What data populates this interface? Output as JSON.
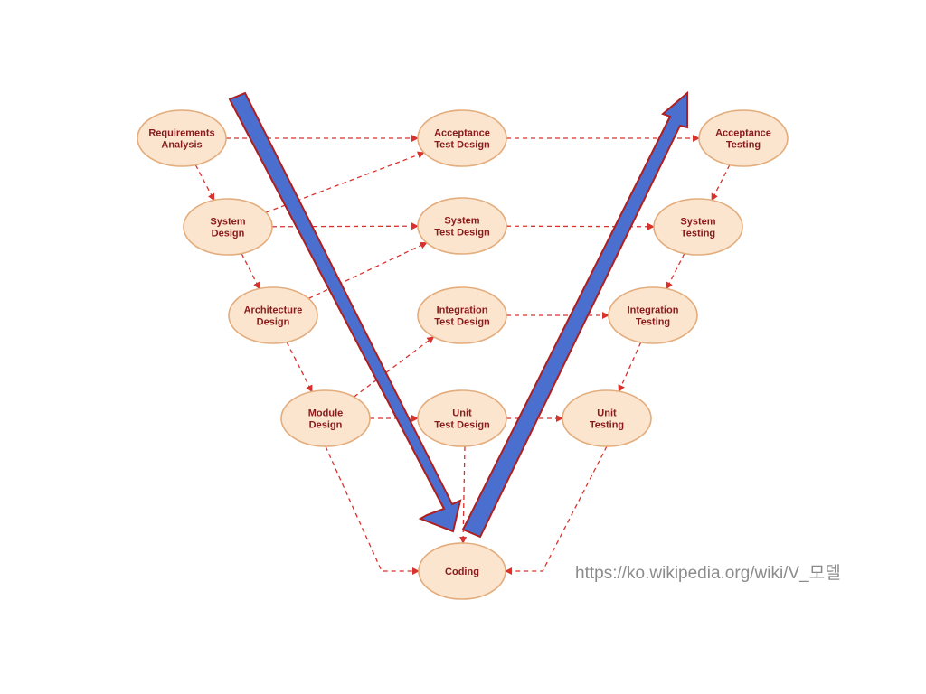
{
  "diagram": {
    "nodes": [
      {
        "id": "req",
        "lines": [
          "Requirements",
          "Analysis"
        ]
      },
      {
        "id": "atd",
        "lines": [
          "Acceptance",
          "Test Design"
        ]
      },
      {
        "id": "at",
        "lines": [
          "Acceptance",
          "Testing"
        ]
      },
      {
        "id": "sd",
        "lines": [
          "System",
          "Design"
        ]
      },
      {
        "id": "std",
        "lines": [
          "System",
          "Test Design"
        ]
      },
      {
        "id": "st",
        "lines": [
          "System",
          "Testing"
        ]
      },
      {
        "id": "ad",
        "lines": [
          "Architecture",
          "Design"
        ]
      },
      {
        "id": "itd",
        "lines": [
          "Integration",
          "Test Design"
        ]
      },
      {
        "id": "it",
        "lines": [
          "Integration",
          "Testing"
        ]
      },
      {
        "id": "md",
        "lines": [
          "Module",
          "Design"
        ]
      },
      {
        "id": "utd",
        "lines": [
          "Unit",
          "Test Design"
        ]
      },
      {
        "id": "ut",
        "lines": [
          "Unit",
          "Testing"
        ]
      },
      {
        "id": "cod",
        "lines": [
          "Coding"
        ]
      }
    ],
    "edges": [
      {
        "from": "req",
        "to": "atd"
      },
      {
        "from": "atd",
        "to": "at"
      },
      {
        "from": "req",
        "to": "sd"
      },
      {
        "from": "sd",
        "to": "atd"
      },
      {
        "from": "sd",
        "to": "std"
      },
      {
        "from": "std",
        "to": "st"
      },
      {
        "from": "sd",
        "to": "ad"
      },
      {
        "from": "ad",
        "to": "std"
      },
      {
        "from": "itd",
        "to": "it"
      },
      {
        "from": "ad",
        "to": "md"
      },
      {
        "from": "md",
        "to": "itd"
      },
      {
        "from": "md",
        "to": "utd"
      },
      {
        "from": "utd",
        "to": "ut"
      },
      {
        "from": "md",
        "to": "cod"
      },
      {
        "from": "utd",
        "to": "cod"
      },
      {
        "from": "ut",
        "to": "cod"
      },
      {
        "from": "at",
        "to": "st"
      },
      {
        "from": "st",
        "to": "it"
      },
      {
        "from": "it",
        "to": "ut"
      }
    ],
    "colors": {
      "node_fill": "#fbe5cf",
      "node_stroke": "#e3ad7d",
      "text": "#8a1a1a",
      "link": "#d8322e",
      "flow_arrow": "#4a6fcf"
    }
  },
  "source_url": "https://ko.wikipedia.org/wiki/V_모델"
}
